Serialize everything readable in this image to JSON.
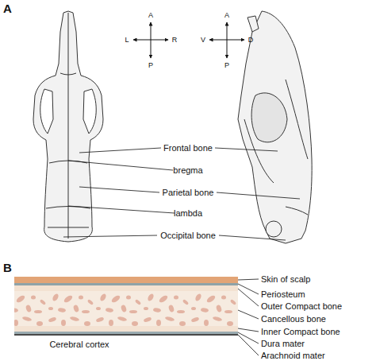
{
  "diagram": {
    "labels": [
      "A",
      "A",
      "L",
      "R",
      "P",
      "A",
      "V",
      "D",
      "P",
      "Frontal bone",
      "bregma",
      "Parietal bone",
      "lambda",
      "Occipital bone",
      "B",
      "Skin of scalp",
      "Periosteum",
      "Outer Compact bone",
      "Cancellous bone",
      "Inner Compact bone",
      "Dura mater",
      "Arachnoid mater",
      "Cerebral cortex"
    ]
  }
}
